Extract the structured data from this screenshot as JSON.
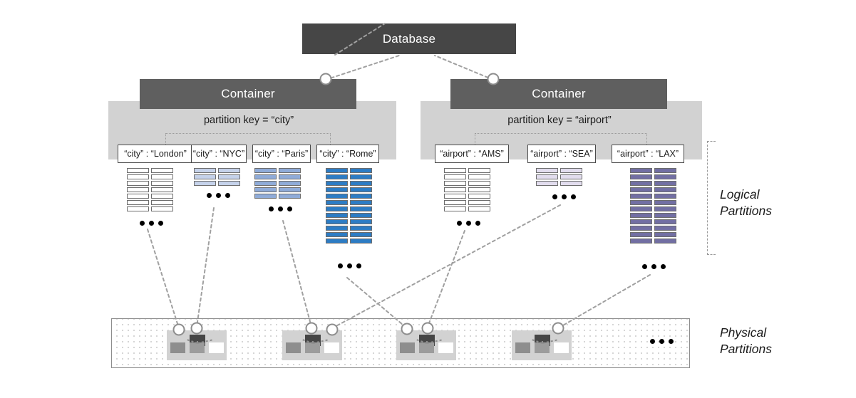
{
  "diagram": {
    "title": "Database",
    "logical_label_line1": "Logical",
    "logical_label_line2": "Partitions",
    "physical_label_line1": "Physical",
    "physical_label_line2": "Partitions",
    "ellipsis": ""
  },
  "colors": {
    "database_box": "#464646",
    "container_box": "#5f5f5f",
    "band": "#d2d2d2",
    "chip_border": "#4a4a4a",
    "connector": "#a0a0a0",
    "london_doc": "#ffffff",
    "nyc_doc": "#c5d2ea",
    "paris_doc": "#8fabd8",
    "rome_doc": "#2d7cc4",
    "ams_doc": "#ffffff",
    "sea_doc": "#e2ddee",
    "lax_doc": "#726fa3"
  },
  "containers": [
    {
      "name": "Container",
      "partition_key_label": "partition key = “city”",
      "partitions": [
        {
          "key_label": "“city” : “London”",
          "doc_rows": 7,
          "doc_color": "#ffffff",
          "doc_border": "#6d6d6d"
        },
        {
          "key_label": "“city” : “NYC”",
          "doc_rows": 3,
          "doc_color": "#c5d2ea",
          "doc_border": "#6d6d6d"
        },
        {
          "key_label": "“city” : “Paris”",
          "doc_rows": 5,
          "doc_color": "#8fabd8",
          "doc_border": "#6d6d6d"
        },
        {
          "key_label": "“city” : “Rome”",
          "doc_rows": 12,
          "doc_color": "#2d7cc4",
          "doc_border": "#6d6d6d"
        }
      ]
    },
    {
      "name": "Container",
      "partition_key_label": "partition key = “airport”",
      "partitions": [
        {
          "key_label": "“airport” : “AMS”",
          "doc_rows": 7,
          "doc_color": "#ffffff",
          "doc_border": "#6d6d6d"
        },
        {
          "key_label": "“airport” : “SEA”",
          "doc_rows": 3,
          "doc_color": "#e2ddee",
          "doc_border": "#6d6d6d"
        },
        {
          "key_label": "“airport” : “LAX”",
          "doc_rows": 12,
          "doc_color": "#726fa3",
          "doc_border": "#6d6d6d"
        }
      ]
    }
  ],
  "physical_partitions": {
    "count": 4,
    "trailing_ellipsis": true
  }
}
